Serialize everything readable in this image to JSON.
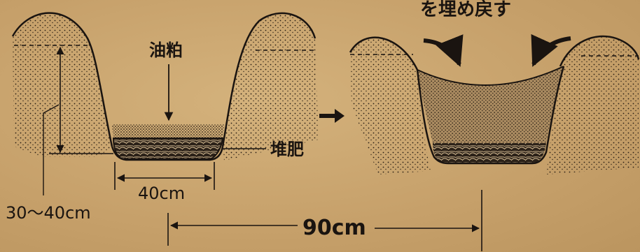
{
  "labels": {
    "top_caption": "を埋め戻す",
    "oil_cake": "油粕",
    "compost": "堆肥",
    "depth": "30〜40cm",
    "bottom_width": "40cm",
    "spacing": "90cm"
  },
  "colors": {
    "ink": "#1a1410",
    "paper": "#c9a570"
  }
}
